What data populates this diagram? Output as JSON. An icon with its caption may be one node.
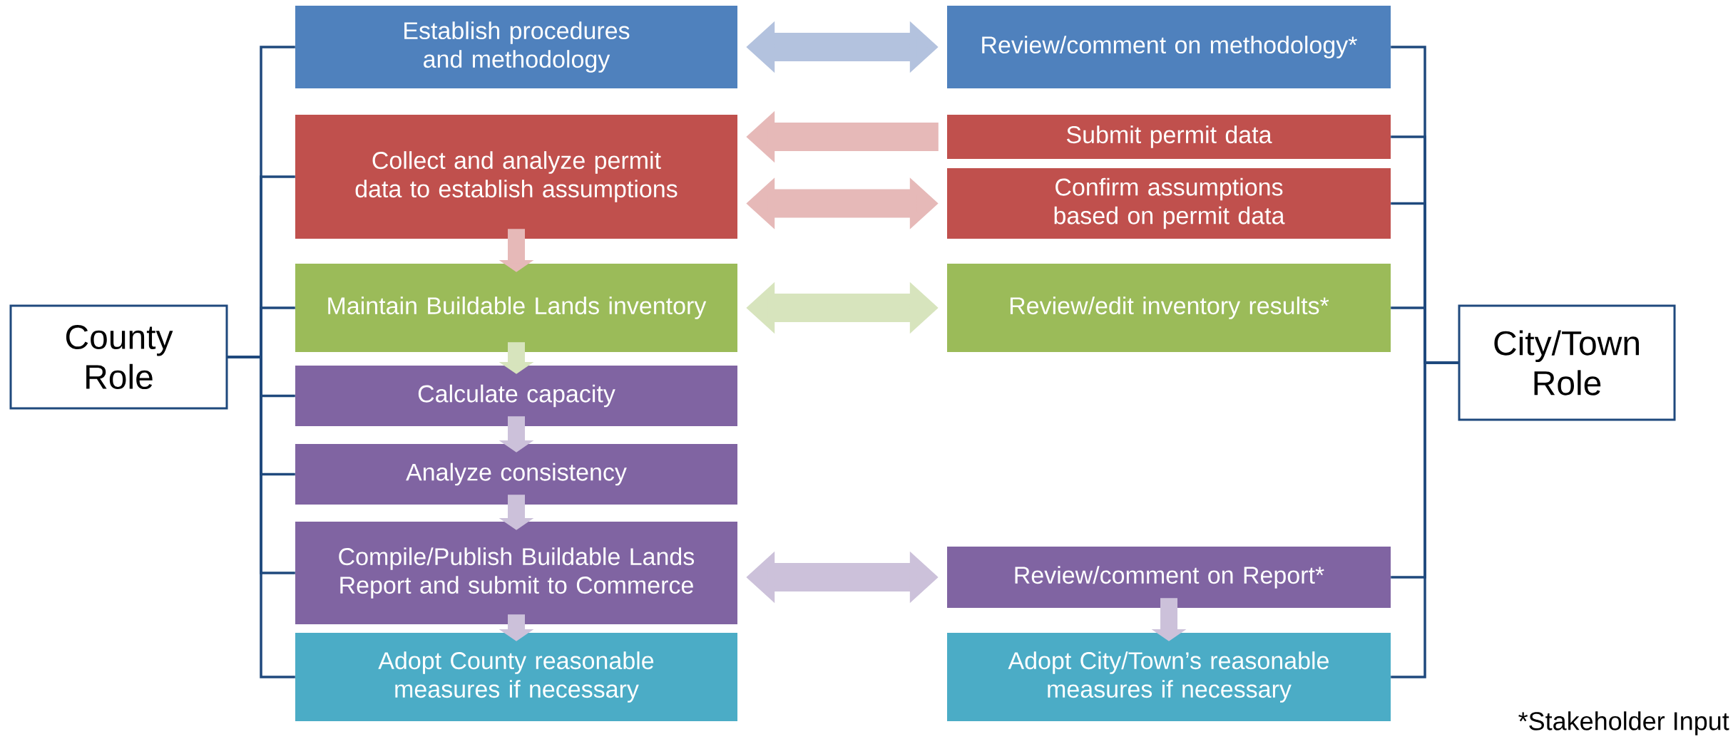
{
  "diagram": {
    "nodes": [
      {
        "text": [
          "County Role"
        ]
      },
      {
        "text": [
          "City/Town Role"
        ]
      },
      {
        "text": [
          "Establish procedures and methodology"
        ]
      },
      {
        "text": [
          "Review/comment on methodology*"
        ]
      },
      {
        "text": [
          "Collect and analyze permit data to establish assumptions"
        ]
      },
      {
        "text": [
          "Submit permit data"
        ]
      },
      {
        "text": [
          "Confirm assumptions based on permit data"
        ]
      },
      {
        "text": [
          "Maintain Buildable Lands inventory"
        ]
      },
      {
        "text": [
          "Review/edit inventory results*"
        ]
      },
      {
        "text": [
          "Calculate capacity"
        ]
      },
      {
        "text": [
          "Analyze consistency"
        ]
      },
      {
        "text": [
          "Compile/Publish Buildable Lands Report and submit to Commerce"
        ]
      },
      {
        "text": [
          "Review/comment on Report*"
        ]
      },
      {
        "text": [
          "Adopt County reasonable measures if necessary"
        ]
      },
      {
        "text": [
          "Adopt City/Town’s reasonable measures if necessary"
        ]
      }
    ],
    "edges": [
      {
        "from": 0,
        "to": 2,
        "arrow": "none"
      },
      {
        "from": 0,
        "to": 4,
        "arrow": "none"
      },
      {
        "from": 0,
        "to": 7,
        "arrow": "none"
      },
      {
        "from": 0,
        "to": 9,
        "arrow": "none"
      },
      {
        "from": 0,
        "to": 10,
        "arrow": "none"
      },
      {
        "from": 0,
        "to": 11,
        "arrow": "none"
      },
      {
        "from": 0,
        "to": 13,
        "arrow": "none"
      },
      {
        "from": 1,
        "to": 3,
        "arrow": "none"
      },
      {
        "from": 1,
        "to": 5,
        "arrow": "none"
      },
      {
        "from": 1,
        "to": 6,
        "arrow": "none"
      },
      {
        "from": 1,
        "to": 8,
        "arrow": "none"
      },
      {
        "from": 1,
        "to": 12,
        "arrow": "none"
      },
      {
        "from": 1,
        "to": 14,
        "arrow": "none"
      },
      {
        "from": 2,
        "to": 3,
        "arrow": "both",
        "style": "thick",
        "color": "#b3c2de"
      },
      {
        "from": 5,
        "to": 4,
        "arrow": "to",
        "style": "thick",
        "color": "#e6b9b8"
      },
      {
        "from": 4,
        "to": 6,
        "arrow": "both",
        "style": "thick",
        "color": "#e6b9b8"
      },
      {
        "from": 4,
        "to": 7,
        "arrow": "to",
        "style": "thick",
        "color": "#e6b9b8"
      },
      {
        "from": 7,
        "to": 8,
        "arrow": "both",
        "style": "thick",
        "color": "#d7e4bd"
      },
      {
        "from": 7,
        "to": 9,
        "arrow": "to",
        "style": "thick",
        "color": "#d7e4bd"
      },
      {
        "from": 9,
        "to": 10,
        "arrow": "to",
        "style": "thick",
        "color": "#ccc1da"
      },
      {
        "from": 10,
        "to": 11,
        "arrow": "to",
        "style": "thick",
        "color": "#ccc1da"
      },
      {
        "from": 11,
        "to": 12,
        "arrow": "both",
        "style": "thick",
        "color": "#ccc1da"
      },
      {
        "from": 11,
        "to": 13,
        "arrow": "to",
        "style": "thick",
        "color": "#ccc1da"
      },
      {
        "from": 12,
        "to": 14,
        "arrow": "to",
        "style": "thick",
        "color": "#ccc1da"
      }
    ],
    "labels": [
      "*Stakeholder Input"
    ]
  }
}
